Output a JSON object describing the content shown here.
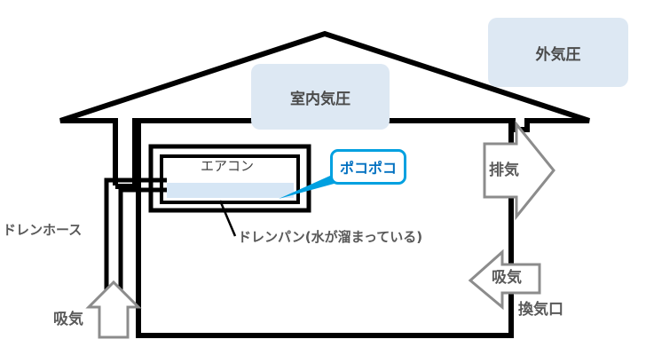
{
  "labels": {
    "outside_pressure": "外気圧",
    "indoor_pressure": "室内気圧",
    "aircon": "エアコン",
    "pokopoko": "ポコポコ",
    "exhaust": "排気",
    "drain_hose": "ドレンホース",
    "drain_pan": "ドレンパン(水が溜まっている)",
    "intake_vent": "吸気",
    "vent_port": "換気口",
    "intake_hose": "吸気"
  },
  "colors": {
    "line": "#000000",
    "pressure_box": "#dde8f3",
    "callout_border": "#00a0e0",
    "callout_text": "#0070c0",
    "arrow_stroke": "#7f7f7f",
    "text": "#595959"
  }
}
